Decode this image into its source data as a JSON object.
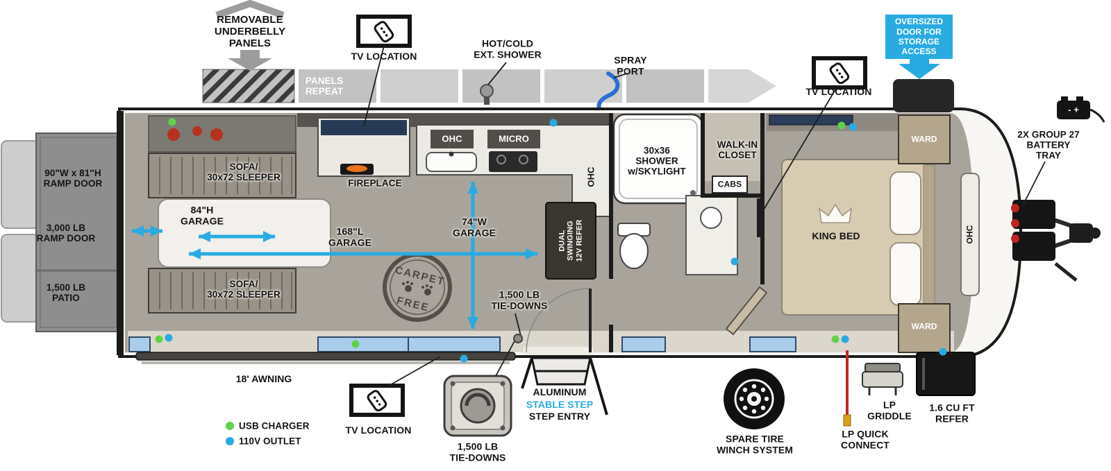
{
  "colors": {
    "accent": "#29ABE2",
    "usb_green": "#5FD24B",
    "outlet_blue": "#29ABE2"
  },
  "top": {
    "underbelly": "REMOVABLE\nUNDERBELLY\nPANELS",
    "tv1": "TV LOCATION",
    "panels_repeat": "PANELS\nREPEAT",
    "ext_shower": "HOT/COLD\nEXT. SHOWER",
    "spray_port": "SPRAY\nPORT",
    "tv2": "TV LOCATION",
    "oversized_door": "OVERSIZED\nDOOR FOR\nSTORAGE\nACCESS",
    "battery": "2X GROUP 27\nBATTERY\nTRAY",
    "batt_terminals": "-   +"
  },
  "fp": {
    "ramp_size": "90\"W x 81\"H\nRAMP DOOR",
    "ramp_weight": "3,000 LB\nRAMP DOOR",
    "patio": "1,500 LB\nPATIO",
    "sofa_top": "SOFA/\n30x72 SLEEPER",
    "sofa_bottom": "SOFA/\n30x72 SLEEPER",
    "garage_h": "84\"H\nGARAGE",
    "garage_l": "168\"L\nGARAGE",
    "garage_w": "74\"W\nGARAGE",
    "fireplace": "FIREPLACE",
    "ohc_kitchen": "OHC",
    "micro": "MICRO",
    "ohc_side": "OHC",
    "refer": "DUAL\nSWINGING\n12V REFER",
    "tie_downs": "1,500 LB\nTIE-DOWNS",
    "carpet": "CARPET",
    "free": "FREE",
    "shower": "30x36\nSHOWER\nw/SKYLIGHT",
    "closet": "WALK-IN\nCLOSET",
    "cabs": "CABS",
    "king_bed": "KING BED",
    "ward_top": "WARD",
    "ward_bottom": "WARD",
    "ohc_bed": "OHC"
  },
  "bottom": {
    "awning": "18' AWNING",
    "usb": "USB CHARGER",
    "outlet": "110V OUTLET",
    "tv3": "TV LOCATION",
    "tie_downs": "1,500 LB\nTIE-DOWNS",
    "step1": "ALUMINUM",
    "step2": "STABLE STEP",
    "step3": "STEP ENTRY",
    "spare_tire": "SPARE TIRE\nWINCH SYSTEM",
    "lp_quick": "LP QUICK\nCONNECT",
    "lp_griddle": "LP\nGRIDDLE",
    "small_refer": "1.6 CU FT\nREFER"
  }
}
